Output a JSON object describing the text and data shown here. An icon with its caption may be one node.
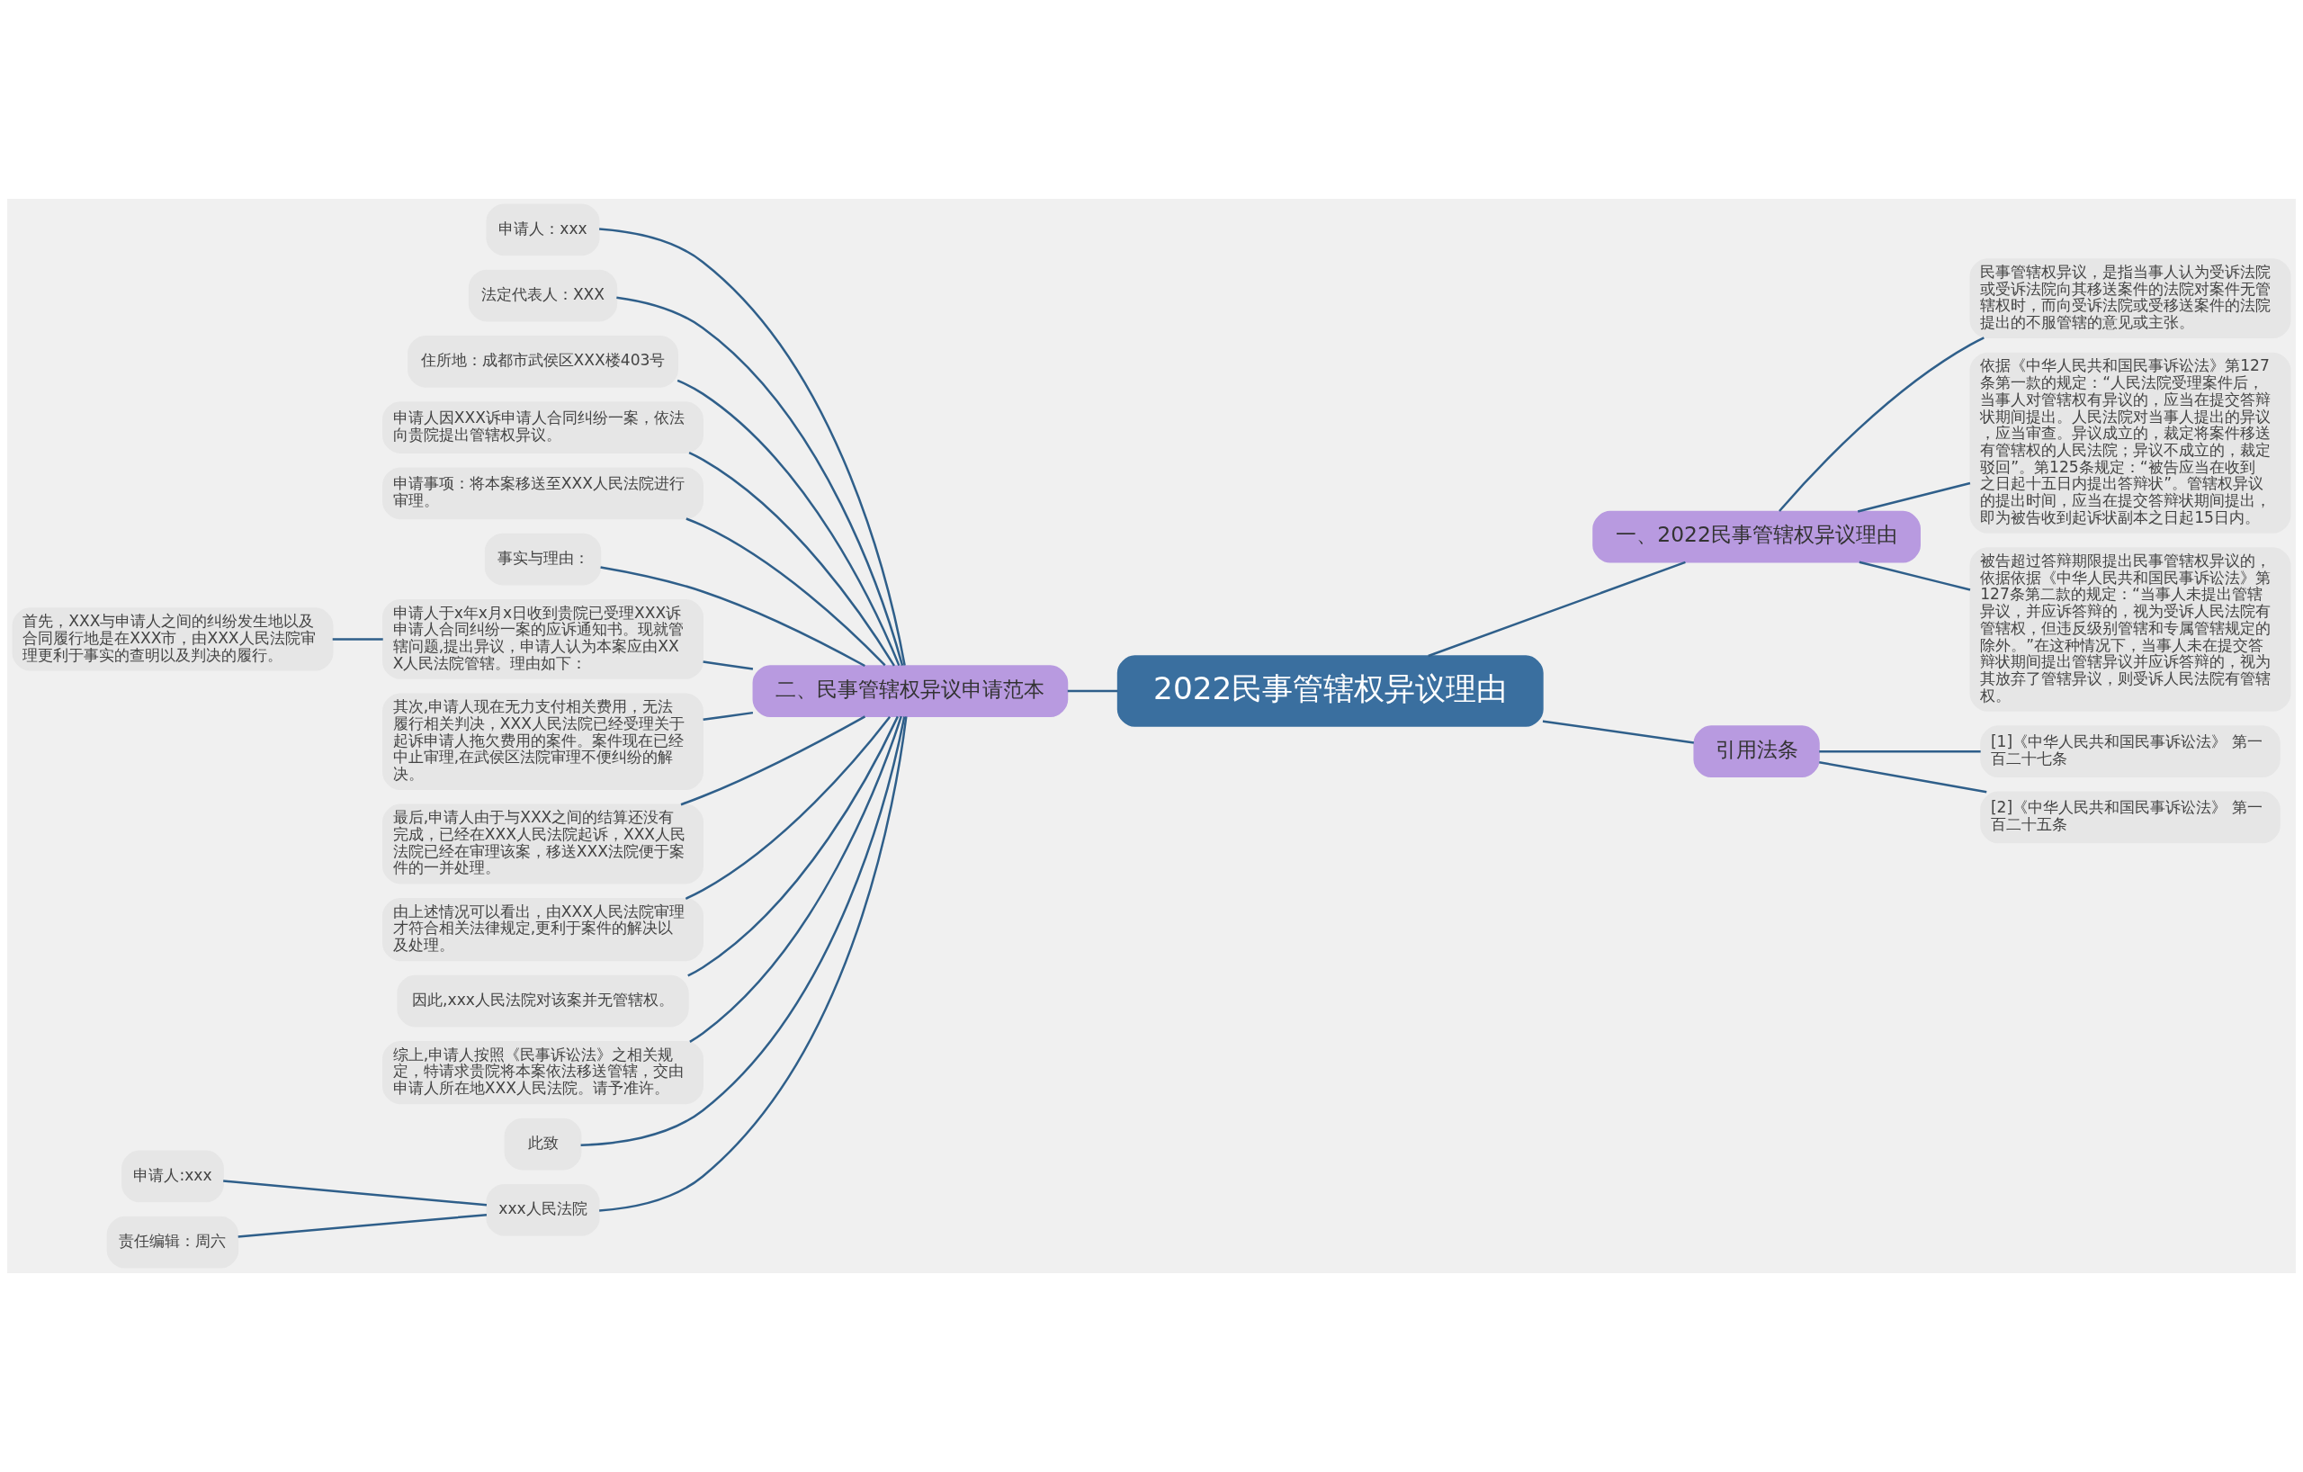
{
  "diagram": {
    "nodes": [
      {
        "text": [
          "2022民事管辖权异议理由"
        ]
      },
      {
        "text": [
          "一、2022民事管辖权异议理由"
        ]
      },
      {
        "text": [
          "民事管辖权异议，是指当事人认为受诉法院或受诉法院向其移送案件的法院对案件无管辖权时，而向受诉法院或受移送案件的法院提出的不服管辖的意见或主张。"
        ]
      },
      {
        "text": [
          "依据《中华人民共和国民事诉讼法》第127条第一款的规定：“人民法院受理案件后，当事人对管辖权有异议的，应当在提交答辩状期间提出。人民法院对当事人提出的异议，应当审查。异议成立的，裁定将案件移送有管辖权的人民法院；异议不成立的，裁定驳回”。第125条规定：“被告应当在收到之日起十五日内提出答辩状”。管辖权异议的提出时间，应当在提交答辩状期间提出，即为被告收到起诉状副本之日起15日内。"
        ]
      },
      {
        "text": [
          "被告超过答辩期限提出民事管辖权异议的，依据依据《中华人民共和国民事诉讼法》第127条第二款的规定：“当事人未提出管辖异议，并应诉答辩的，视为受诉人民法院有管辖权，但违反级别管辖和专属管辖规定的除外。”在这种情况下，当事人未在提交答辩状期间提出管辖异议并应诉答辩的，视为其放弃了管辖异议，则受诉人民法院有管辖权。"
        ]
      },
      {
        "text": [
          "引用法条"
        ]
      },
      {
        "text": [
          "[1]《中华人民共和国民事诉讼法》 第一百二十七条"
        ]
      },
      {
        "text": [
          "[2]《中华人民共和国民事诉讼法》 第一百二十五条"
        ]
      },
      {
        "text": [
          "二、民事管辖权异议申请范本"
        ]
      },
      {
        "text": [
          "申请人：xxx"
        ]
      },
      {
        "text": [
          "法定代表人：XXX"
        ]
      },
      {
        "text": [
          "住所地：成都市武侯区XXX楼403号"
        ]
      },
      {
        "text": [
          "申请人因XXX诉申请人合同纠纷一案，依法向贵院提出管辖权异议。"
        ]
      },
      {
        "text": [
          "申请事项：将本案移送至XXX人民法院进行审理。"
        ]
      },
      {
        "text": [
          "事实与理由："
        ]
      },
      {
        "text": [
          "申请人于x年x月x日收到贵院已受理XXX诉申请人合同纠纷一案的应诉通知书。现就管辖问题,提出异议，申请人认为本案应由XXX人民法院管辖。理由如下："
        ]
      },
      {
        "text": [
          "首先，XXX与申请人之间的纠纷发生地以及合同履行地是在XXX市，由XXX人民法院审理更利于事实的查明以及判决的履行。"
        ]
      },
      {
        "text": [
          "其次,申请人现在无力支付相关费用，无法履行相关判决，XXX人民法院已经受理关于起诉申请人拖欠费用的案件。案件现在已经中止审理,在武侯区法院审理不便纠纷的解决。"
        ]
      },
      {
        "text": [
          "最后,申请人由于与XXX之间的结算还没有完成，已经在XXX人民法院起诉，XXX人民法院已经在审理该案，移送XXX法院便于案件的一并处理。"
        ]
      },
      {
        "text": [
          "由上述情况可以看出，由XXX人民法院审理才符合相关法律规定,更利于案件的解决以及处理。"
        ]
      },
      {
        "text": [
          "因此,xxx人民法院对该案并无管辖权。"
        ]
      },
      {
        "text": [
          "综上,申请人按照《民事诉讼法》之相关规定，特请求贵院将本案依法移送管辖，交由申请人所在地XXX人民法院。请予准许。"
        ]
      },
      {
        "text": [
          "此致"
        ]
      },
      {
        "text": [
          "xxx人民法院"
        ]
      },
      {
        "text": [
          "申请人:xxx"
        ]
      },
      {
        "text": [
          "责任编辑：周六"
        ]
      }
    ],
    "edges": [
      {
        "from": 0,
        "to": 1,
        "arrow": "none"
      },
      {
        "from": 1,
        "to": 2,
        "arrow": "none"
      },
      {
        "from": 1,
        "to": 3,
        "arrow": "none"
      },
      {
        "from": 1,
        "to": 4,
        "arrow": "none"
      },
      {
        "from": 0,
        "to": 5,
        "arrow": "none"
      },
      {
        "from": 5,
        "to": 6,
        "arrow": "none"
      },
      {
        "from": 5,
        "to": 7,
        "arrow": "none"
      },
      {
        "from": 8,
        "to": 0,
        "arrow": "none"
      },
      {
        "from": 9,
        "to": 8,
        "arrow": "none"
      },
      {
        "from": 10,
        "to": 8,
        "arrow": "none"
      },
      {
        "from": 11,
        "to": 8,
        "arrow": "none"
      },
      {
        "from": 12,
        "to": 8,
        "arrow": "none"
      },
      {
        "from": 13,
        "to": 8,
        "arrow": "none"
      },
      {
        "from": 14,
        "to": 8,
        "arrow": "none"
      },
      {
        "from": 15,
        "to": 8,
        "arrow": "none"
      },
      {
        "from": 16,
        "to": 15,
        "arrow": "none"
      },
      {
        "from": 17,
        "to": 8,
        "arrow": "none"
      },
      {
        "from": 18,
        "to": 8,
        "arrow": "none"
      },
      {
        "from": 19,
        "to": 8,
        "arrow": "none"
      },
      {
        "from": 20,
        "to": 8,
        "arrow": "none"
      },
      {
        "from": 21,
        "to": 8,
        "arrow": "none"
      },
      {
        "from": 22,
        "to": 8,
        "arrow": "none"
      },
      {
        "from": 23,
        "to": 8,
        "arrow": "none"
      },
      {
        "from": 24,
        "to": 23,
        "arrow": "none"
      },
      {
        "from": 25,
        "to": 23,
        "arrow": "none"
      }
    ]
  }
}
